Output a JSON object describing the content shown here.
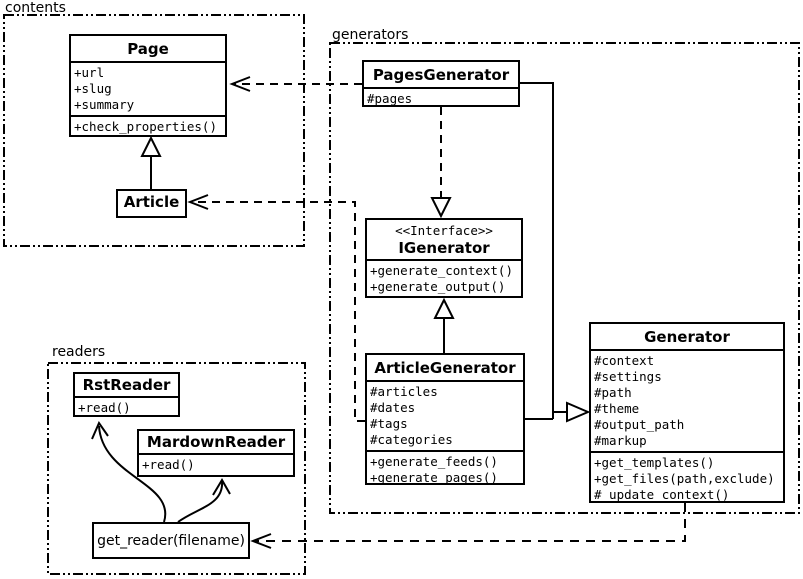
{
  "diagram": {
    "packages": {
      "contents": {
        "label": "contents"
      },
      "generators": {
        "label": "generators"
      },
      "readers": {
        "label": "readers"
      }
    },
    "classes": {
      "page": {
        "name": "Page",
        "attributes": [
          "+url",
          "+slug",
          "+summary"
        ],
        "methods": [
          "+check_properties()"
        ]
      },
      "article": {
        "name": "Article"
      },
      "pages_generator": {
        "name": "PagesGenerator",
        "attributes": [
          "#pages"
        ]
      },
      "igenerator": {
        "stereotype": "<<Interface>>",
        "name": "IGenerator",
        "methods": [
          "+generate_context()",
          "+generate_output()"
        ]
      },
      "article_generator": {
        "name": "ArticleGenerator",
        "attributes": [
          "#articles",
          "#dates",
          "#tags",
          "#categories"
        ],
        "methods": [
          "+generate_feeds()",
          "+generate_pages()"
        ]
      },
      "generator": {
        "name": "Generator",
        "attributes": [
          "#context",
          "#settings",
          "#path",
          "#theme",
          "#output_path",
          "#markup"
        ],
        "methods": [
          "+get_templates()",
          "+get_files(path,exclude)",
          "#_update_context()"
        ]
      },
      "rst_reader": {
        "name": "RstReader",
        "methods": [
          "+read()"
        ]
      },
      "mardown_reader": {
        "name": "MardownReader",
        "methods": [
          "+read()"
        ]
      },
      "get_reader": {
        "name": "get_reader(filename)"
      }
    },
    "colors": {
      "line": "#000000",
      "background": "#ffffff",
      "box_fill": "#ffffff"
    }
  }
}
